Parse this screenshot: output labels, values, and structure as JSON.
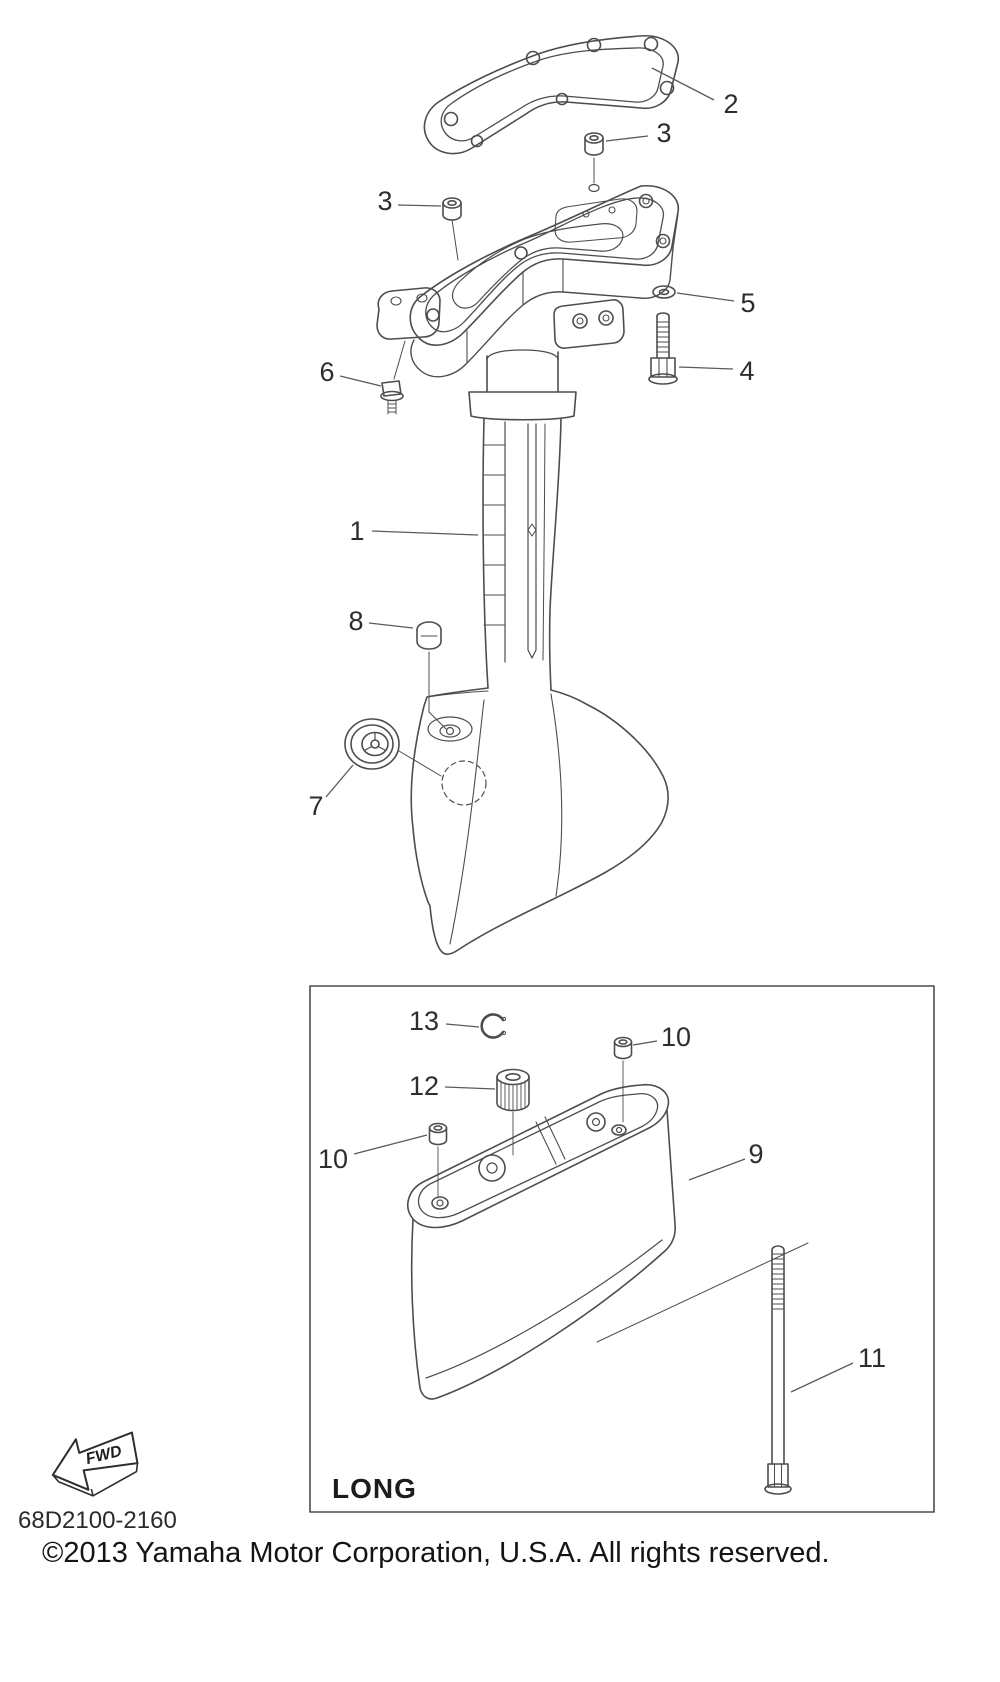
{
  "diagram": {
    "code": "68D2100-2160",
    "copyright": "©2013 Yamaha Motor Corporation, U.S.A. All rights reserved.",
    "fwd_label": "FWD",
    "variant_label": "LONG",
    "callouts": {
      "part1": "1",
      "part2": "2",
      "part3_left": "3",
      "part3_right": "3",
      "part4": "4",
      "part5": "5",
      "part6": "6",
      "part7": "7",
      "part8": "8",
      "part9": "9",
      "part10_left": "10",
      "part10_right": "10",
      "part11": "11",
      "part12": "12",
      "part13": "13"
    },
    "colors": {
      "line": "#4d4d4d",
      "text": "#2d2d2d",
      "background": "#ffffff"
    }
  }
}
